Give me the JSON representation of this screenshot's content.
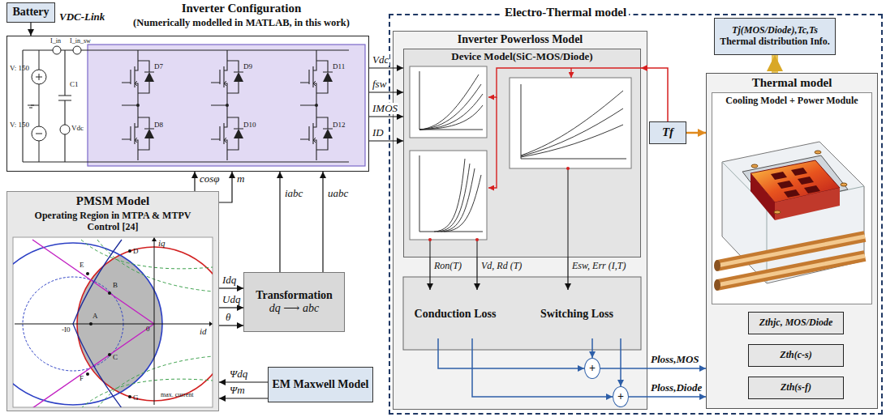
{
  "diagram": {
    "nodes": [
      {
        "text": [
          "Battery"
        ]
      },
      {
        "text": [
          "Inverter Configuration",
          "(Numerically modelled in MATLAB, in this work)"
        ]
      },
      {
        "text": [
          "PMSM Model",
          "Operating Region in MTPA & MTPV Control [24]"
        ]
      },
      {
        "text": [
          "Transformation",
          "dq ⟶ abc"
        ]
      },
      {
        "text": [
          "EM Maxwell Model"
        ]
      },
      {
        "text": [
          "Electro-Thermal model"
        ]
      },
      {
        "text": [
          "Inverter Powerloss Model"
        ],
        "in": 5
      },
      {
        "text": [
          "Device Model(SiC-MOS/Diode)"
        ],
        "in": 6
      },
      {
        "text": [
          "Conduction Loss"
        ],
        "in": 6
      },
      {
        "text": [
          "Switching Loss"
        ],
        "in": 6
      },
      {
        "text": [
          "+"
        ],
        "in": 6
      },
      {
        "text": [
          "+"
        ],
        "in": 6
      },
      {
        "text": [
          "Tf"
        ],
        "in": 5
      },
      {
        "text": [
          "Tj(MOS/Diode),Tc,Ts",
          "Thermal distribution Info."
        ],
        "in": 5
      },
      {
        "text": [
          "Thermal model"
        ],
        "in": 5
      },
      {
        "text": [
          "Cooling Model + Power Module"
        ],
        "in": 14
      },
      {
        "text": [
          "Zthjc, MOS/Diode"
        ],
        "in": 14
      },
      {
        "text": [
          "Zth(c-s)"
        ],
        "in": 14
      },
      {
        "text": [
          "Zth(s-f)"
        ],
        "in": 14
      }
    ],
    "edges": [
      {
        "from": 0,
        "to": 1,
        "arrow": "to",
        "label": "VDC-Link"
      },
      {
        "from": 1,
        "to": 7,
        "arrow": "to",
        "label": "Vdc"
      },
      {
        "from": 1,
        "to": 7,
        "arrow": "to",
        "label": "fsw"
      },
      {
        "from": 1,
        "to": 7,
        "arrow": "to",
        "label": "IMOS"
      },
      {
        "from": 1,
        "to": 7,
        "arrow": "to",
        "label": "ID"
      },
      {
        "from": 2,
        "to": 1,
        "arrow": "to",
        "label": "cosφ"
      },
      {
        "from": 2,
        "to": 1,
        "arrow": "to",
        "label": "m"
      },
      {
        "from": 3,
        "to": 1,
        "arrow": "to",
        "label": "iabc"
      },
      {
        "from": 3,
        "to": 1,
        "arrow": "to",
        "label": "uabc"
      },
      {
        "from": 2,
        "to": 3,
        "arrow": "to",
        "label": "Idq"
      },
      {
        "from": 2,
        "to": 3,
        "arrow": "to",
        "label": "Udq"
      },
      {
        "from": 2,
        "to": 3,
        "arrow": "to",
        "label": "θ"
      },
      {
        "from": 4,
        "to": 2,
        "arrow": "to",
        "label": "Ψdq"
      },
      {
        "from": 4,
        "to": 2,
        "arrow": "to",
        "label": "Ψm"
      },
      {
        "from": 7,
        "to": 8,
        "arrow": "to",
        "label": "Ron(T)"
      },
      {
        "from": 7,
        "to": 8,
        "arrow": "to",
        "label": "Vd, Rd (T)"
      },
      {
        "from": 7,
        "to": 9,
        "arrow": "to",
        "label": "Esw, Err (I,T)"
      },
      {
        "from": 12,
        "to": 7,
        "arrow": "to"
      },
      {
        "from": 12,
        "to": 14,
        "arrow": "to"
      },
      {
        "from": 8,
        "to": 10,
        "arrow": "to"
      },
      {
        "from": 8,
        "to": 11,
        "arrow": "to"
      },
      {
        "from": 9,
        "to": 10,
        "arrow": "to"
      },
      {
        "from": 9,
        "to": 11,
        "arrow": "to"
      },
      {
        "from": 10,
        "to": 14,
        "arrow": "to",
        "label": "Ploss,MOS"
      },
      {
        "from": 11,
        "to": 14,
        "arrow": "to",
        "label": "Ploss,Diode"
      },
      {
        "from": 14,
        "to": 13,
        "arrow": "to"
      }
    ],
    "labels": [
      "V: 150",
      "V: 150",
      "I_in",
      "I_in_sw",
      "C1",
      "Vdc",
      "D7",
      "D8",
      "D9",
      "D10",
      "D11",
      "D12",
      "iq",
      "id",
      "0",
      "-I0",
      "max. current",
      "A",
      "B",
      "C",
      "D",
      "E",
      "F",
      "G"
    ]
  }
}
